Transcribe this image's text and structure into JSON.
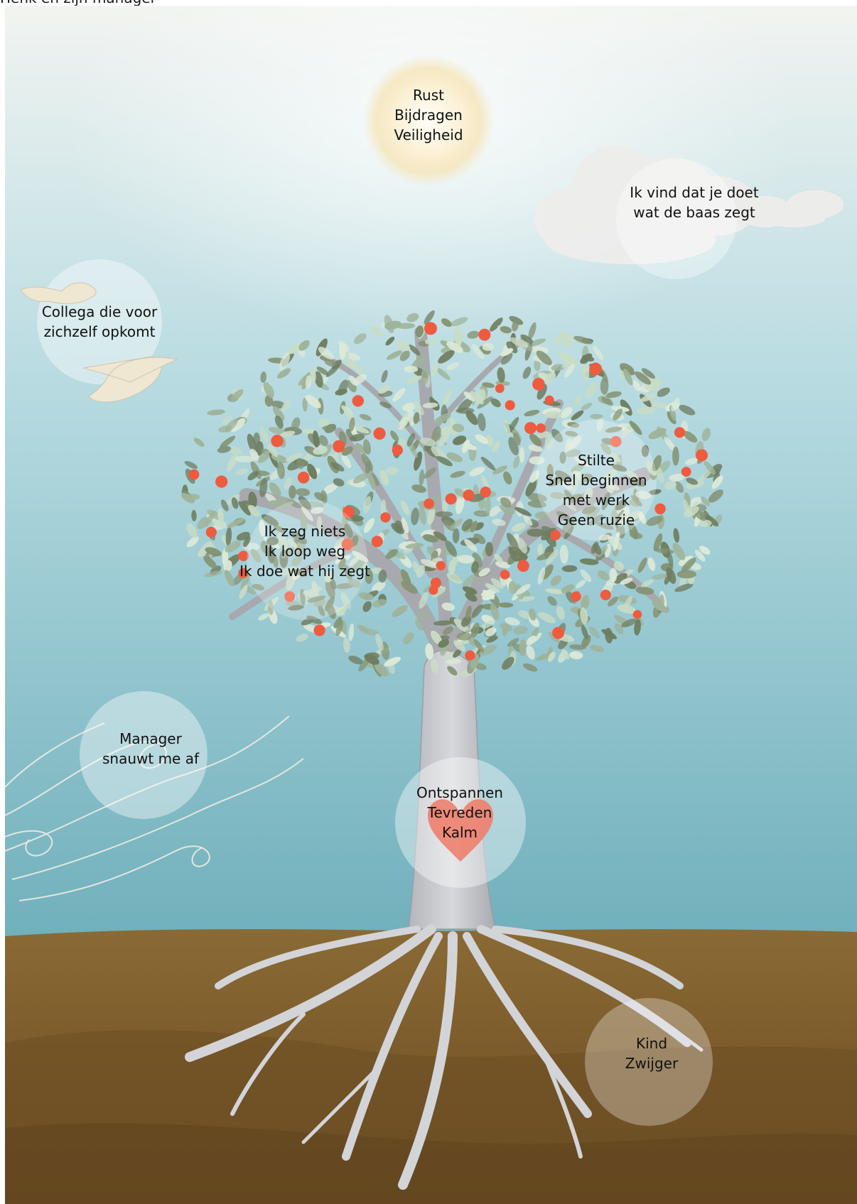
{
  "caption": "Henk en zijn manager",
  "colors": {
    "sky_top": "#f2f4f1",
    "sky_mid": "#b8dbe1",
    "sky_bottom": "#5fa6b3",
    "ground": "#7a5a2a",
    "trunk": "#c9cbcf",
    "leaf_dark": "#6e7d60",
    "leaf_light": "#c9dcc6",
    "fruit": "#ef5b3f",
    "heart": "#ee7f6e"
  },
  "labels": {
    "sun": [
      "Rust",
      "Bijdragen",
      "Veiligheid"
    ],
    "cloud": [
      "Ik vind dat je doet",
      "wat de baas zegt"
    ],
    "birds": [
      "Collega die voor",
      "zichzelf opkomt"
    ],
    "fruits": [
      "Stilte",
      "Snel beginnen",
      "met werk",
      "Geen ruzie"
    ],
    "branches": [
      "Ik zeg niets",
      "Ik loop weg",
      "Ik doe wat hij zegt"
    ],
    "wind": [
      "Manager",
      "snauwt me af"
    ],
    "heart": [
      "Ontspannen",
      "Tevreden",
      "Kalm"
    ],
    "roots": [
      "Kind",
      "Zwijger"
    ]
  }
}
